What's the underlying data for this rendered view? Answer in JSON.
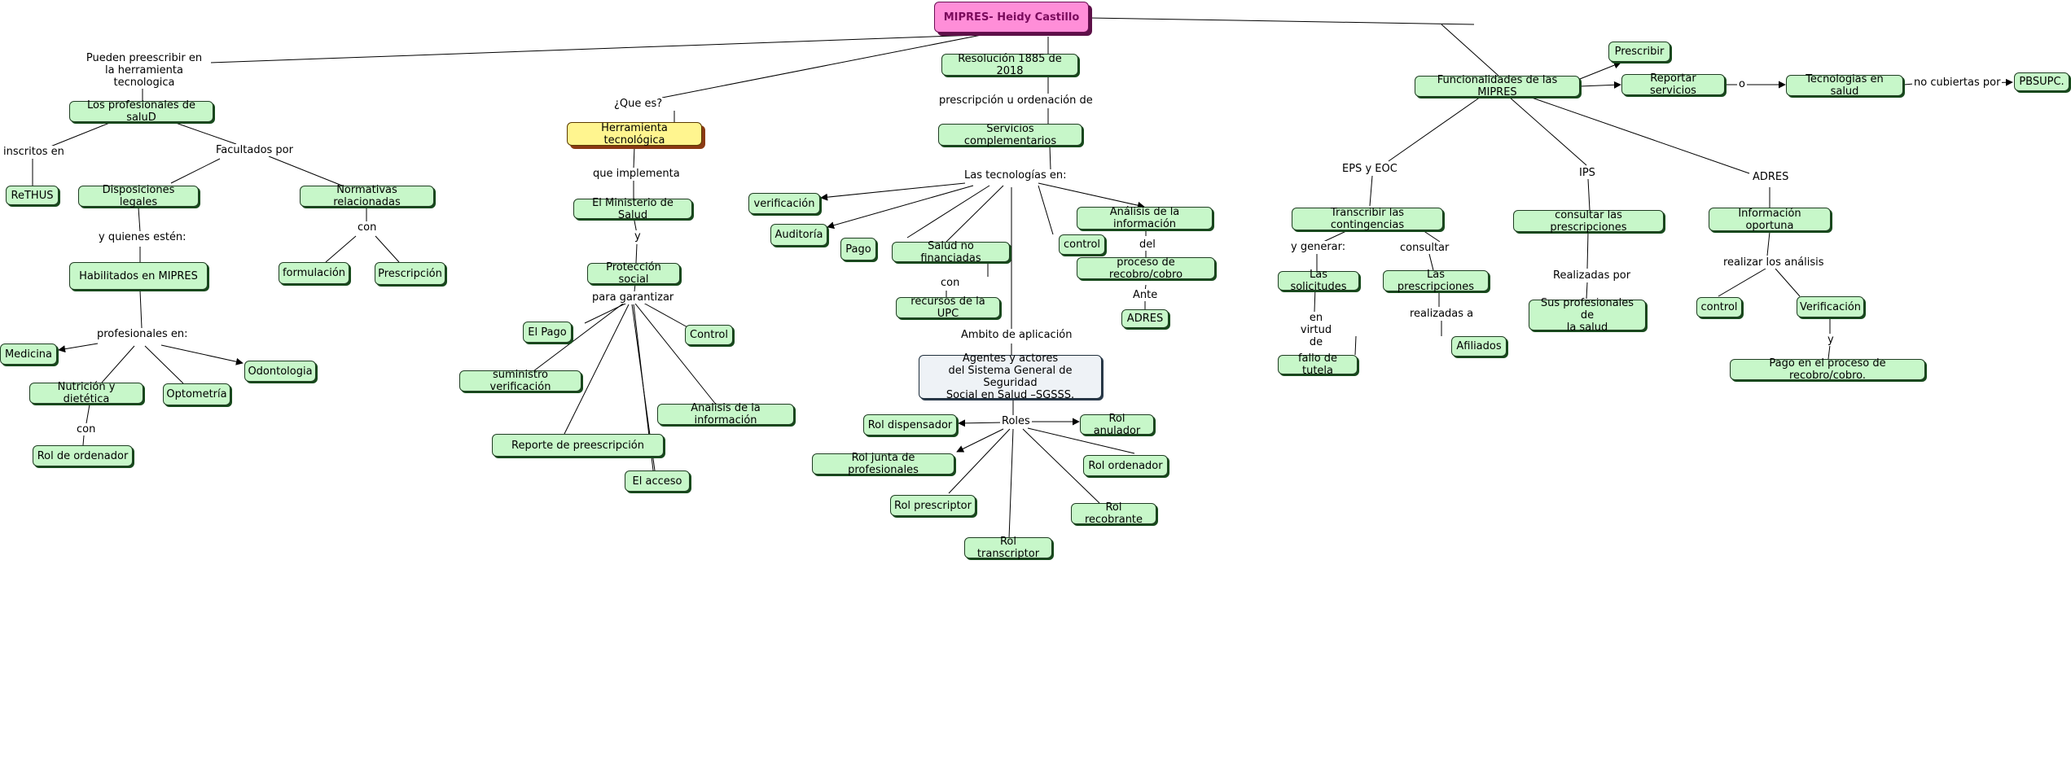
{
  "title": "MIPRES- Heidy Castillo",
  "concepts": {
    "root": "MIPRES- Heidy Castillo",
    "profesionales": "Los profesionales de saluD",
    "rethus": "ReTHUS",
    "disposiciones": "Disposiciones legales",
    "normativas": "Normativas relacionadas",
    "formulacion": "formulación",
    "prescripcion": "Prescripción",
    "habilitados": "Habilitados en MIPRES",
    "medicina": "Medicina",
    "odontologia": "Odontologia",
    "nutricion": "Nutrición y dietética",
    "optometria": "Optometría",
    "rol_ordenador_left": "Rol de ordenador",
    "herramienta": "Herramienta tecnológica",
    "ministerio": "El Ministerio de Salud",
    "proteccion": "Protección social",
    "el_pago": "El Pago",
    "control_left": "Control",
    "suministro": "suministro verificación",
    "analisis_left": "Analisis de la información",
    "reporte": "Reporte de preescripción",
    "acceso": "El acceso",
    "resolucion": "Resolución 1885 de 2018",
    "servicios": "Servicios complementarios",
    "verificacion_mid": "verificación",
    "auditoria": "Auditoría",
    "pago_mid": "Pago",
    "salud_no_fin": "Salud no financiadas",
    "control_mid": "control",
    "analisis_mid": "Análisis de la información",
    "proceso_recobro": "proceso de recobro/cobro",
    "recursos_upc": "recursos de la UPC",
    "adres_node": "ADRES",
    "agentes": "Agentes y actores\ndel Sistema General de Seguridad\nSocial en Salud –SGSSS.",
    "rol_dispensador": "Rol dispensador",
    "rol_anulador": "Rol anulador",
    "rol_junta": "Rol junta de profesionales",
    "rol_ordenador": "Rol ordenador",
    "rol_prescriptor": "Rol prescriptor",
    "rol_recobrante": "Rol recobrante",
    "rol_transcriptor": "Rol transcriptor",
    "funcionalidades": "Funcionalidades de las MIPRES",
    "prescribir": "Prescribir",
    "reportar": "Reportar servicios",
    "tecnologias_salud": "Tecnologias en salud",
    "pbsupc": "PBSUPC.",
    "transcribir": "Transcribir las contingencias",
    "solicitudes": "Las solicitudes",
    "las_prescripciones": "Las prescripciones",
    "fallo": "fallo de tutela",
    "afiliados": "Afiliados",
    "consultar_presc": "consultar las prescripciones",
    "sus_profesionales": "Sus profesionales de\nla salud",
    "informacion_oportuna": "Información oportuna",
    "control_right": "control",
    "verificacion_right": "Verificación",
    "pago_recobro": "Pago en el proceso de recobro/cobro."
  },
  "links": {
    "pueden": "Pueden preescribir en\nla herramienta tecnologica",
    "inscritos": "inscritos en",
    "facultados": "Facultados por",
    "y_quienes": "y quienes estén:",
    "con_norm": "con",
    "profesionales_en": "profesionales en:",
    "con_nutri": "con",
    "que_es": "¿Que es?",
    "que_implementa": "que implementa",
    "y_min": "y",
    "para_garantizar": "para garantizar",
    "prescripcion_u": "prescripción u ordenación de",
    "las_tecnologias": "Las tecnologías en:",
    "con_salud": "con",
    "del": "del",
    "ante": "Ante",
    "ambito": "Ambito de aplicación",
    "roles": "Roles",
    "o": "o",
    "no_cubiertas": "no cubiertas por",
    "eps": "EPS y EOC",
    "ips": "IPS",
    "adres_lbl": "ADRES",
    "y_generar": "y generar:",
    "consultar": "consultar",
    "en_virtud": "en\nvirtud de",
    "realizadas_a": "realizadas a",
    "realizadas_por": "Realizadas por",
    "realizar_analisis": "realizar los análisis",
    "y_right": "y"
  }
}
